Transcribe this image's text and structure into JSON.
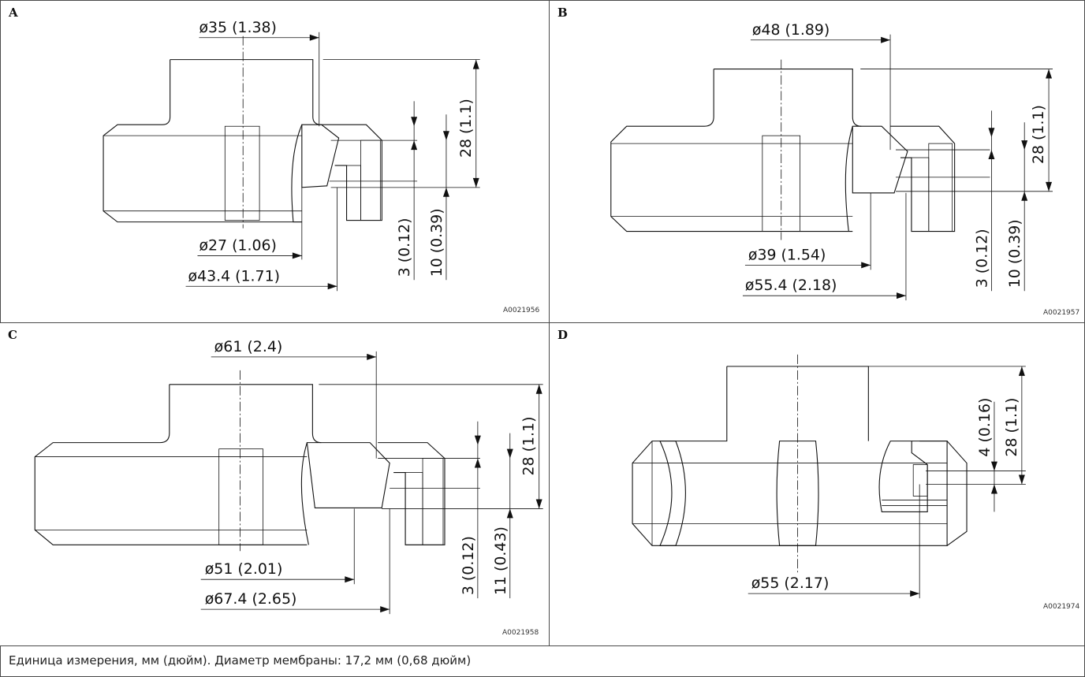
{
  "panels": {
    "A": {
      "letter": "A",
      "id": "A0021956",
      "dims": {
        "top_dia": "ø35 (1.38)",
        "height": "28 (1.1)",
        "step": "3 (0.12)",
        "depth": "10 (0.39)",
        "inner_dia": "ø27 (1.06)",
        "outer_dia": "ø43.4 (1.71)"
      }
    },
    "B": {
      "letter": "B",
      "id": "A0021957",
      "dims": {
        "top_dia": "ø48 (1.89)",
        "height": "28 (1.1)",
        "step": "3 (0.12)",
        "depth": "10 (0.39)",
        "inner_dia": "ø39 (1.54)",
        "outer_dia": "ø55.4 (2.18)"
      }
    },
    "C": {
      "letter": "C",
      "id": "A0021958",
      "dims": {
        "top_dia": "ø61 (2.4)",
        "height": "28 (1.1)",
        "step": "3 (0.12)",
        "depth": "11 (0.43)",
        "inner_dia": "ø51 (2.01)",
        "outer_dia": "ø67.4 (2.65)"
      }
    },
    "D": {
      "letter": "D",
      "id": "A0021974",
      "dims": {
        "step": "4 (0.16)",
        "height": "28 (1.1)",
        "outer_dia": "ø55 (2.17)"
      }
    }
  },
  "caption": "Единица измерения, мм (дюйм). Диаметр мембраны: 17,2 мм (0,68 дюйм)"
}
